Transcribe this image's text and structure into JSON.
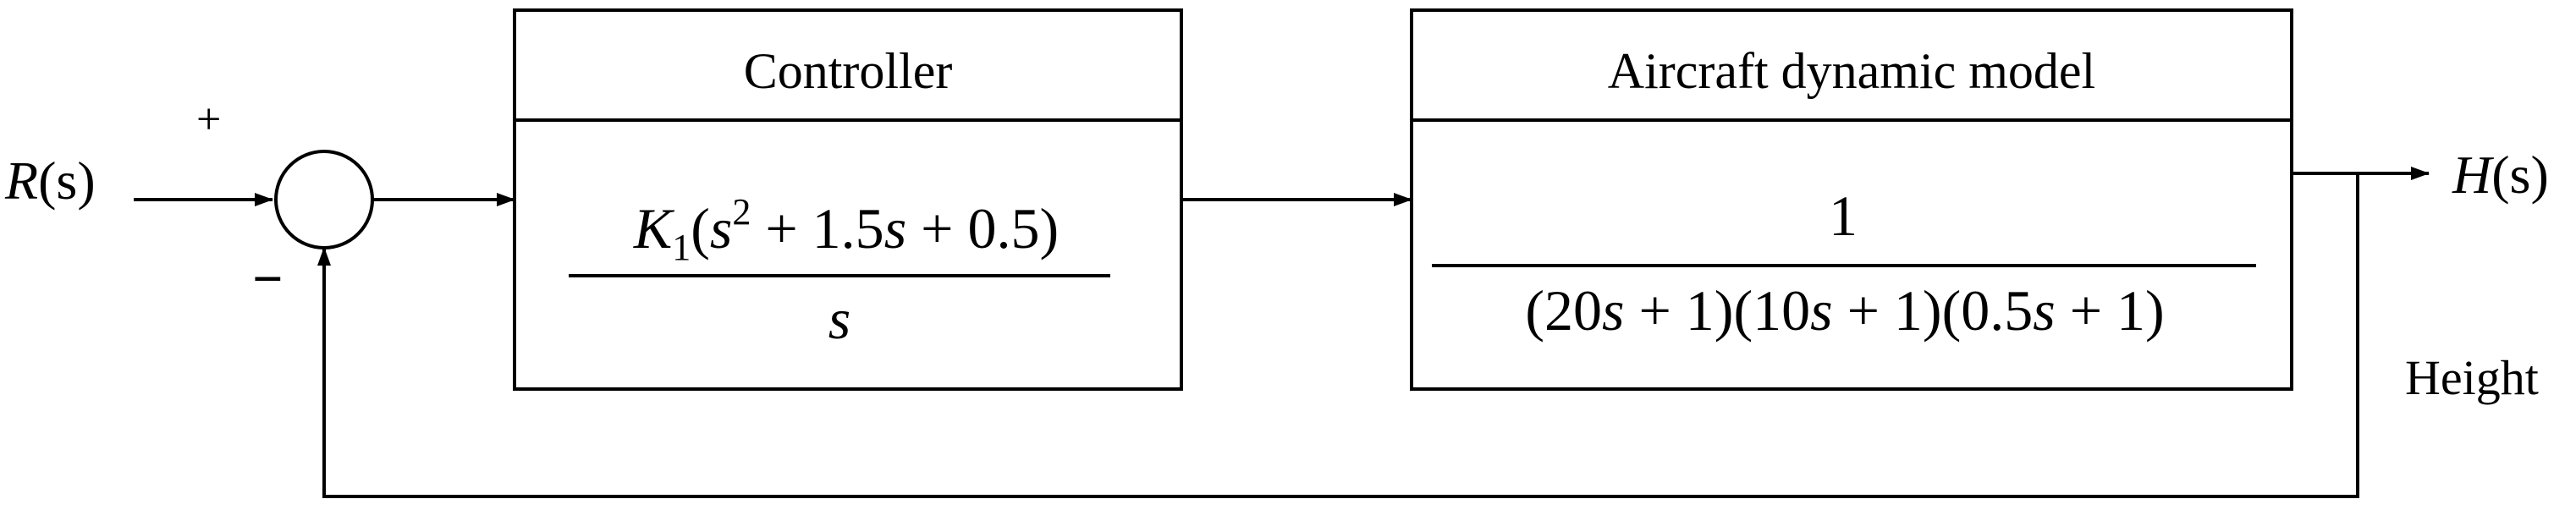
{
  "input": {
    "symbol": "R",
    "arg": "(s)"
  },
  "summing_junction": {
    "plus_sign": "+",
    "minus_sign": "−"
  },
  "controller": {
    "title": "Controller",
    "numerator": {
      "gain_symbol": "K",
      "gain_subscript": "1",
      "open_paren": "(",
      "s_var": "s",
      "square_exponent": "2",
      "linear_term": " + 1.5",
      "linear_s": "s",
      "constant_term": " + 0.5)"
    },
    "denominator": "s"
  },
  "plant": {
    "title": "Aircraft dynamic model",
    "numerator": "1",
    "denominator": {
      "f1_open": "(20",
      "f1_s": "s",
      "f1_close": " + 1)",
      "f2_open": "(10",
      "f2_s": "s",
      "f2_close": " + 1)",
      "f3_open": "(0.5",
      "f3_s": "s",
      "f3_close": " + 1)"
    }
  },
  "output": {
    "symbol": "H",
    "arg": "(s)",
    "label": "Height"
  }
}
